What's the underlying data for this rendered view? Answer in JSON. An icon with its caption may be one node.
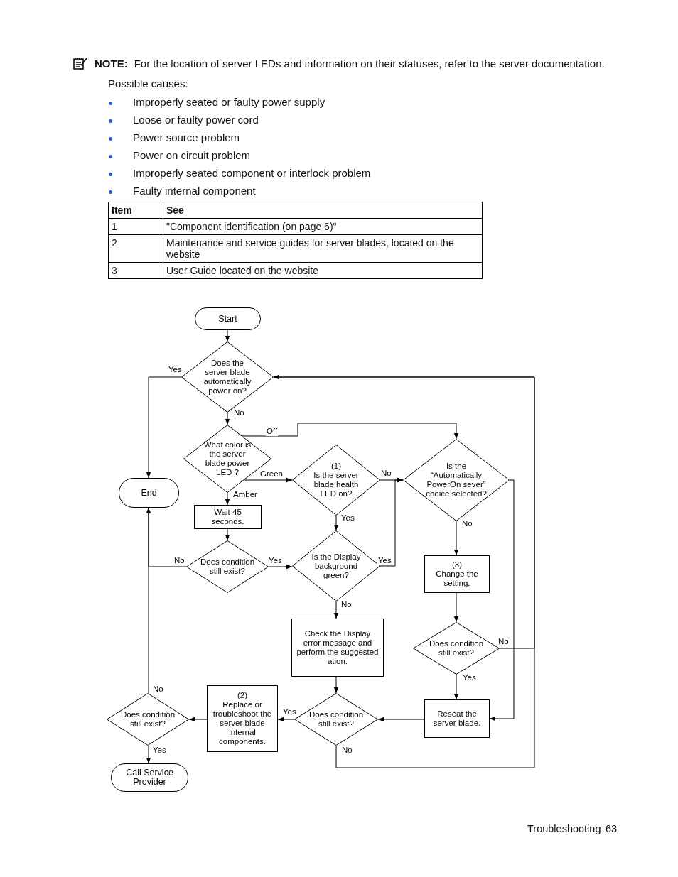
{
  "diagram": {
    "nodes": [
      {
        "text": [
          "Start"
        ]
      },
      {
        "text": [
          "Does the server blade automatically power on?"
        ]
      },
      {
        "text": [
          "End"
        ]
      },
      {
        "text": [
          "What color is the server blade power LED ?"
        ]
      },
      {
        "text": [
          "(1)",
          "Is the server blade health LED on?"
        ]
      },
      {
        "text": [
          "Is the “Automatically PowerOn sever” choice selected?"
        ]
      },
      {
        "text": [
          "Wait 45 seconds."
        ]
      },
      {
        "text": [
          "Does condition still exist?"
        ]
      },
      {
        "text": [
          "Is the Display background green?"
        ]
      },
      {
        "text": [
          "(3)",
          "Change the setting."
        ]
      },
      {
        "text": [
          "Check the Display error message and perform the suggested ation."
        ]
      },
      {
        "text": [
          "Does condition still exist?"
        ]
      },
      {
        "text": [
          "Does condition still exist?"
        ]
      },
      {
        "text": [
          "(2)",
          "Replace or troubleshoot the server blade internal components."
        ]
      },
      {
        "text": [
          "Does condition still exist?"
        ]
      },
      {
        "text": [
          "Reseat the server blade."
        ]
      },
      {
        "text": [
          "Call Service Provider"
        ]
      }
    ],
    "edges": [
      {
        "from": 0,
        "to": 1,
        "arrow": "to"
      },
      {
        "from": 1,
        "to": 2,
        "label": "Yes",
        "arrow": "to"
      },
      {
        "from": 1,
        "to": 3,
        "label": "No",
        "arrow": "to"
      },
      {
        "from": 3,
        "to": 5,
        "label": "Off",
        "arrow": "to"
      },
      {
        "from": 3,
        "to": 4,
        "label": "Green",
        "arrow": "to"
      },
      {
        "from": 3,
        "to": 6,
        "label": "Amber",
        "arrow": "to"
      },
      {
        "from": 4,
        "to": 5,
        "label": "No",
        "arrow": "to"
      },
      {
        "from": 4,
        "to": 8,
        "label": "Yes",
        "arrow": "to"
      },
      {
        "from": 5,
        "to": 9,
        "label": "No",
        "arrow": "to"
      },
      {
        "from": 5,
        "to": 15,
        "arrow": "to"
      },
      {
        "from": 6,
        "to": 7,
        "arrow": "to"
      },
      {
        "from": 7,
        "to": 2,
        "label": "No",
        "arrow": "to"
      },
      {
        "from": 7,
        "to": 8,
        "label": "Yes",
        "arrow": "to"
      },
      {
        "from": 8,
        "to": 5,
        "label": "Yes",
        "arrow": "to"
      },
      {
        "from": 8,
        "to": 10,
        "label": "No",
        "arrow": "to"
      },
      {
        "from": 9,
        "to": 11,
        "arrow": "to"
      },
      {
        "from": 10,
        "to": 14,
        "arrow": "to"
      },
      {
        "from": 11,
        "to": 1,
        "label": "No",
        "arrow": "to"
      },
      {
        "from": 11,
        "to": 15,
        "label": "Yes",
        "arrow": "to"
      },
      {
        "from": 15,
        "to": 14,
        "arrow": "to"
      },
      {
        "from": 14,
        "to": 13,
        "label": "Yes",
        "arrow": "to"
      },
      {
        "from": 14,
        "to": 1,
        "label": "No",
        "arrow": "to"
      },
      {
        "from": 13,
        "to": 12,
        "arrow": "to"
      },
      {
        "from": 12,
        "to": 2,
        "label": "No",
        "arrow": "to"
      },
      {
        "from": 12,
        "to": 16,
        "label": "Yes",
        "arrow": "to"
      }
    ],
    "labels": [
      "NOTE:",
      "For the location of server LEDs and information on their statuses, refer to the server documentation.",
      "Possible causes:",
      "Improperly seated or faulty power supply",
      "Loose or faulty power cord",
      "Power source problem",
      "Power on circuit problem",
      "Improperly seated component or interlock problem",
      "Faulty internal component",
      "Item",
      "See",
      "1",
      "\"Component identification (on page 6)\"",
      "2",
      "Maintenance and service guides for server blades, located on the website",
      "3",
      "User Guide located on the website",
      "Troubleshooting",
      "63"
    ]
  }
}
